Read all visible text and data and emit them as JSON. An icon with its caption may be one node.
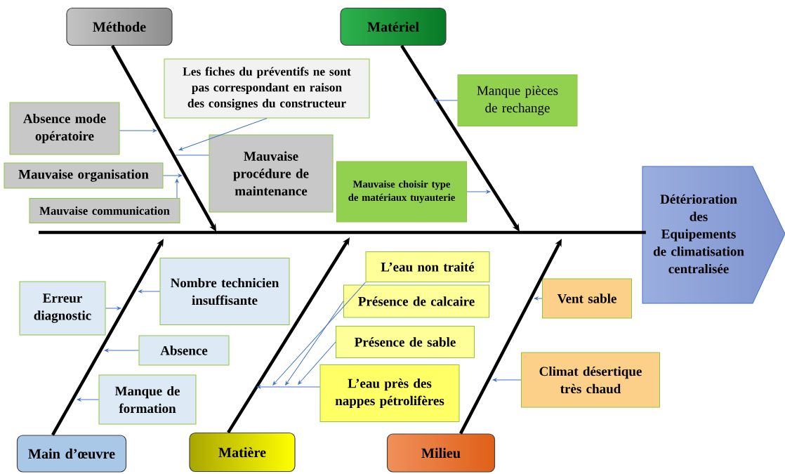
{
  "diagram": {
    "nodes": [
      {
        "text": [
          "Méthode"
        ]
      },
      {
        "text": [
          "Matériel"
        ]
      },
      {
        "text": [
          "Main d’œuvre"
        ]
      },
      {
        "text": [
          "Matière"
        ]
      },
      {
        "text": [
          "Milieu"
        ]
      },
      {
        "text": [
          "Détérioration des Equipements de climatisation centralisée"
        ]
      },
      {
        "text": [
          "Les fiches du préventifs ne sont pas correspondant en raison des consignes du constructeur"
        ]
      },
      {
        "text": [
          "Absence mode opératoire"
        ]
      },
      {
        "text": [
          "Mauvaise organisation"
        ]
      },
      {
        "text": [
          "Mauvaise procédure de maintenance"
        ]
      },
      {
        "text": [
          "Mauvaise communication"
        ]
      },
      {
        "text": [
          "Manque pièces de rechange"
        ]
      },
      {
        "text": [
          "Mauvaise choisir type de matériaux tuyauterie"
        ]
      },
      {
        "text": [
          "Nombre technicien insuffisante"
        ]
      },
      {
        "text": [
          "Erreur diagnostic"
        ]
      },
      {
        "text": [
          "Absence"
        ]
      },
      {
        "text": [
          "Manque de formation"
        ]
      },
      {
        "text": [
          "L’eau non traité"
        ]
      },
      {
        "text": [
          "Présence de calcaire"
        ]
      },
      {
        "text": [
          "Présence de sable"
        ]
      },
      {
        "text": [
          "L’eau près des nappes pétrolifères"
        ]
      },
      {
        "text": [
          "Vent sable"
        ]
      },
      {
        "text": [
          "Climat désertique très chaud"
        ]
      }
    ],
    "edges": [
      {
        "from": null,
        "to": 5,
        "arrow": "none",
        "style": "thick",
        "color": "#000000"
      },
      {
        "from": 0,
        "to": null,
        "arrow": "to",
        "style": "thick",
        "color": "#000000"
      },
      {
        "from": 1,
        "to": null,
        "arrow": "to",
        "style": "thick",
        "color": "#000000"
      },
      {
        "from": 2,
        "to": null,
        "arrow": "to",
        "style": "thick",
        "color": "#000000"
      },
      {
        "from": 3,
        "to": null,
        "arrow": "to",
        "style": "thick",
        "color": "#000000"
      },
      {
        "from": 4,
        "to": null,
        "arrow": "to",
        "style": "thick",
        "color": "#000000"
      },
      {
        "from": 7,
        "to": null,
        "arrow": "to"
      },
      {
        "from": 6,
        "to": null,
        "arrow": "to"
      },
      {
        "from": 9,
        "to": null,
        "arrow": "none"
      },
      {
        "from": 8,
        "to": null,
        "arrow": "to"
      },
      {
        "from": 10,
        "to": null,
        "arrow": "to"
      },
      {
        "from": 11,
        "to": null,
        "arrow": "to"
      },
      {
        "from": 12,
        "to": null,
        "arrow": "to"
      },
      {
        "from": 13,
        "to": null,
        "arrow": "to"
      },
      {
        "from": 14,
        "to": null,
        "arrow": "to"
      },
      {
        "from": 15,
        "to": null,
        "arrow": "to"
      },
      {
        "from": 16,
        "to": null,
        "arrow": "to"
      },
      {
        "from": 17,
        "to": null,
        "arrow": "to"
      },
      {
        "from": 18,
        "to": null,
        "arrow": "to"
      },
      {
        "from": 19,
        "to": null,
        "arrow": "to"
      },
      {
        "from": 20,
        "to": null,
        "arrow": "to"
      },
      {
        "from": 21,
        "to": null,
        "arrow": "to"
      },
      {
        "from": 22,
        "to": null,
        "arrow": "to"
      }
    ]
  }
}
